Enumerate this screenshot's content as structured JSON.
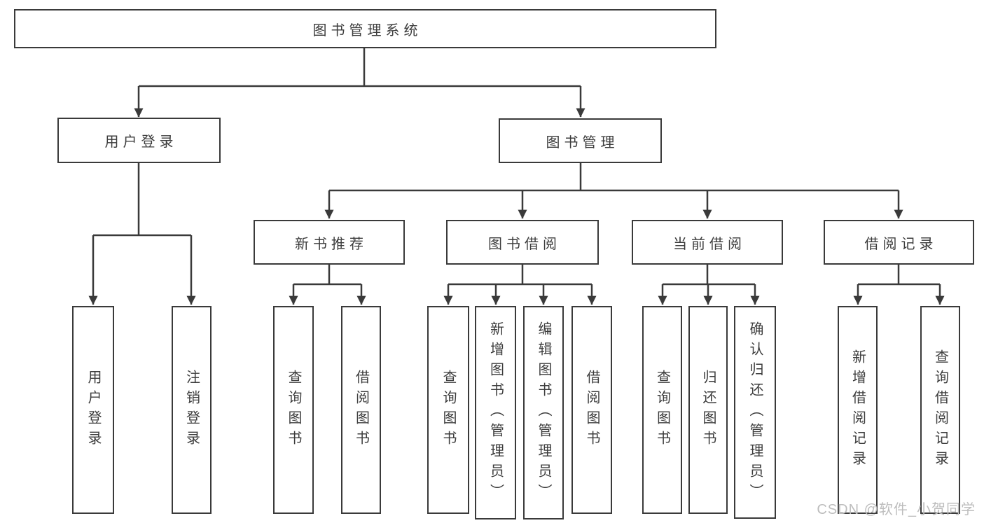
{
  "diagram_title": "图书管理系统",
  "nodes": {
    "root": "图书管理系统",
    "user_login": "用户登录",
    "book_mgmt": "图书管理",
    "new_book_rec": "新书推荐",
    "book_borrow": "图书借阅",
    "current_borrow": "当前借阅",
    "borrow_records": "借阅记录",
    "user_login_children": {
      "login": "用户登录",
      "logout": "注销登录"
    },
    "new_book_rec_children": {
      "query": "查询图书",
      "borrow": "借阅图书"
    },
    "book_borrow_children": {
      "query": "查询图书",
      "add": "新增图书（管理员）",
      "edit": "编辑图书（管理员）",
      "borrow": "借阅图书"
    },
    "current_borrow_children": {
      "query": "查询图书",
      "return": "归还图书",
      "confirm": "确认归还（管理员）"
    },
    "borrow_records_children": {
      "add": "新增借阅记录",
      "query": "查询借阅记录"
    }
  },
  "watermark": "CSDN @软件_小贺同学",
  "colors": {
    "line": "#3a3a3a",
    "text": "#3c3c3c",
    "box_background": "#ffffff",
    "watermark": "#bdbdbd"
  }
}
